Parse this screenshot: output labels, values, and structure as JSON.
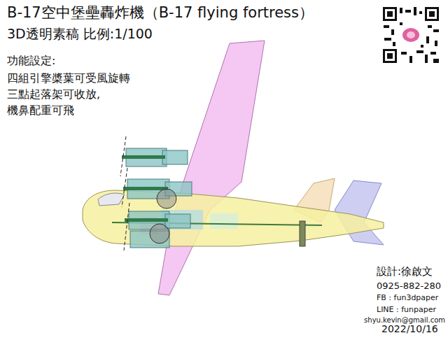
{
  "diagram": {
    "title": "B-17空中堡壘轟炸機（B-17 flying fortress）",
    "labels": [
      "3D透明素稿 比例:1/100",
      "功能設定:",
      "四組引擎槳葉可受風旋轉",
      "三點起落架可收放,",
      "機鼻配重可飛",
      "設計:徐啟文",
      "0925-882-280",
      "FB : fun3dpaper",
      "LINE : funpaper",
      "shyu.kevin@gmail.com",
      "2022/10/16"
    ]
  }
}
